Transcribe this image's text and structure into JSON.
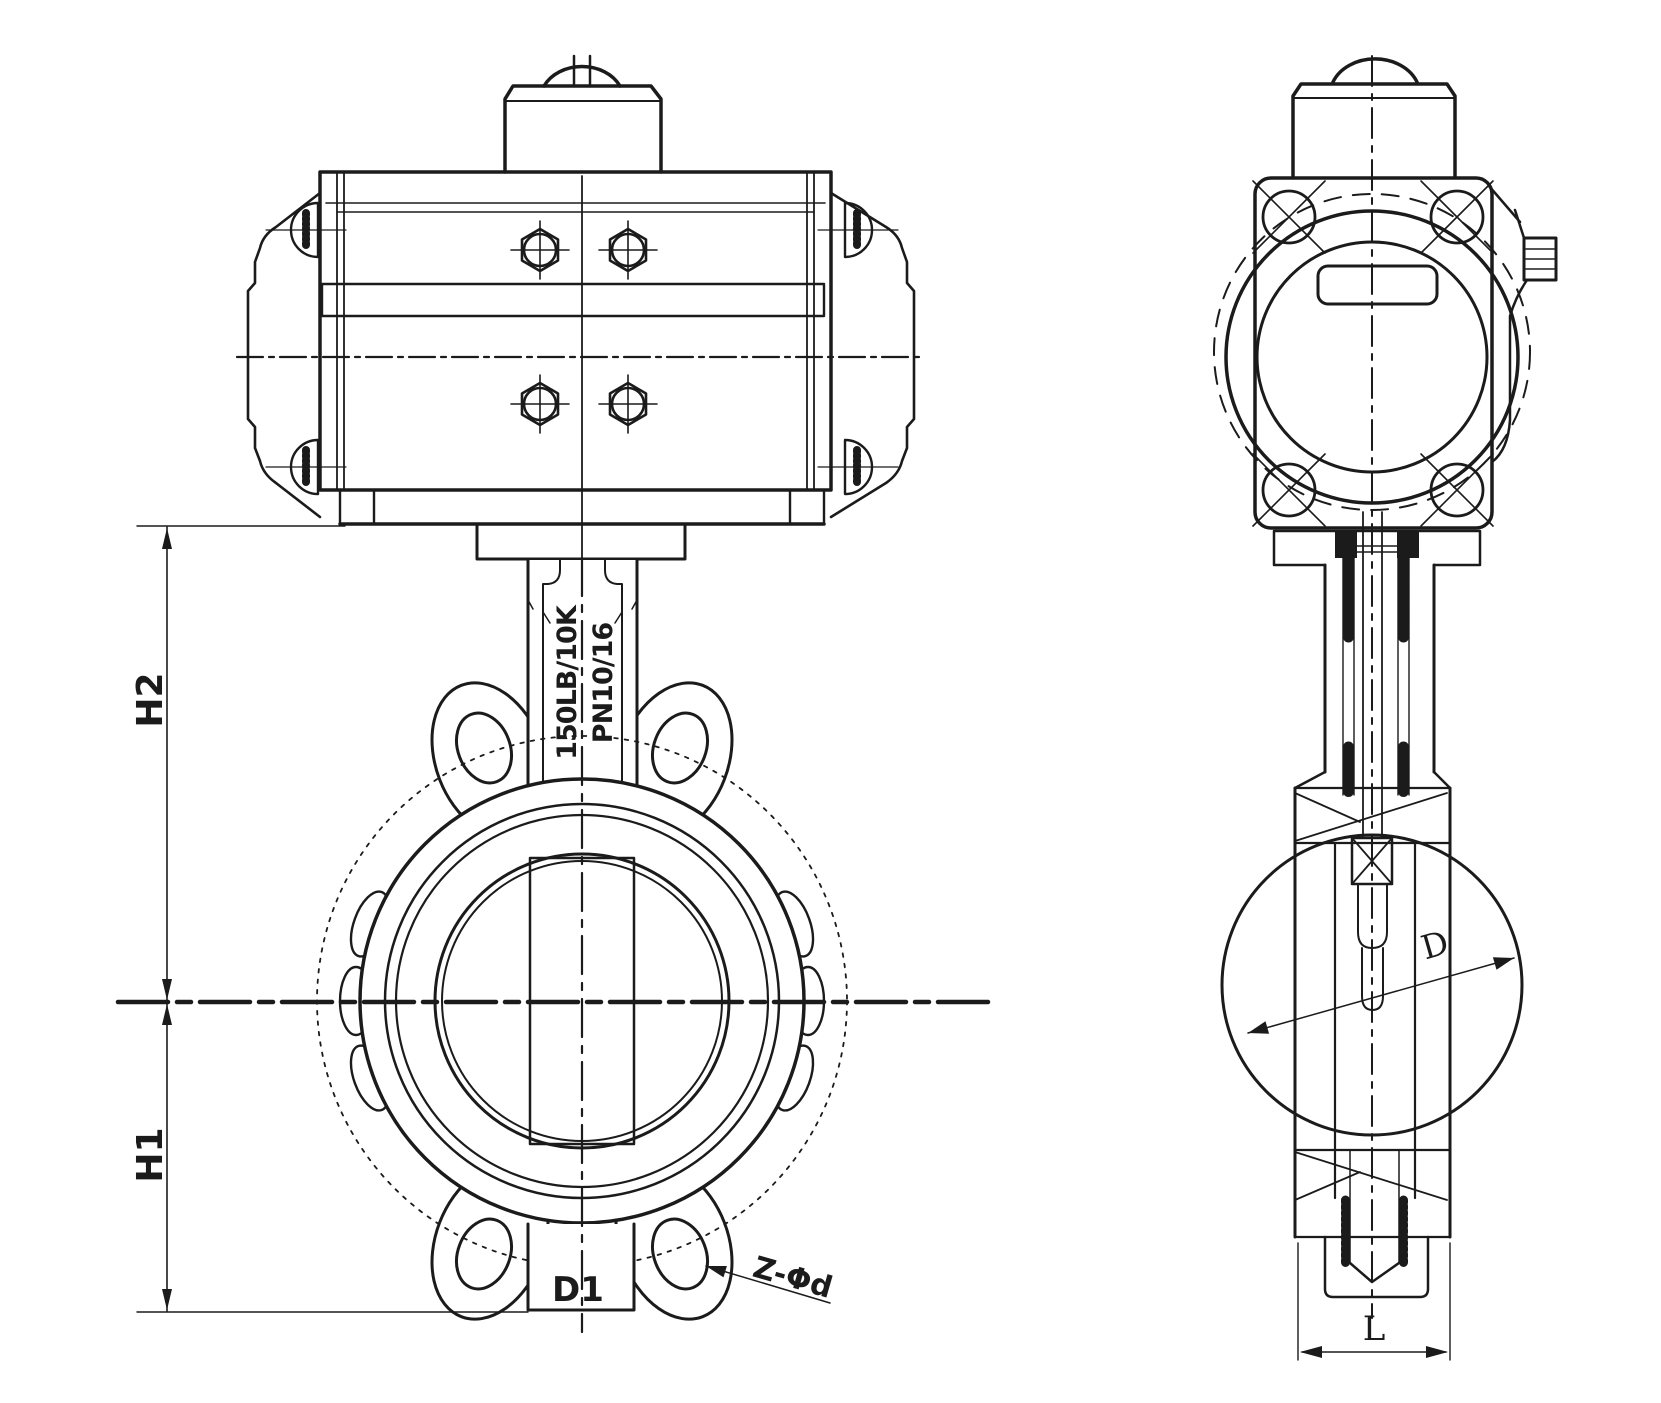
{
  "colors": {
    "line": "#1b1b1b",
    "background": "#ffffff"
  },
  "views": {
    "front": {
      "neck_marking_line1": "150LB/10K",
      "neck_marking_line2": "PN10/16",
      "dimensions": {
        "h2": "H2",
        "h1": "H1",
        "d1": "D1",
        "bolt_holes": "Z-Φd"
      }
    },
    "side": {
      "dimensions": {
        "disc_diameter": "D",
        "body_width": "L"
      }
    }
  }
}
